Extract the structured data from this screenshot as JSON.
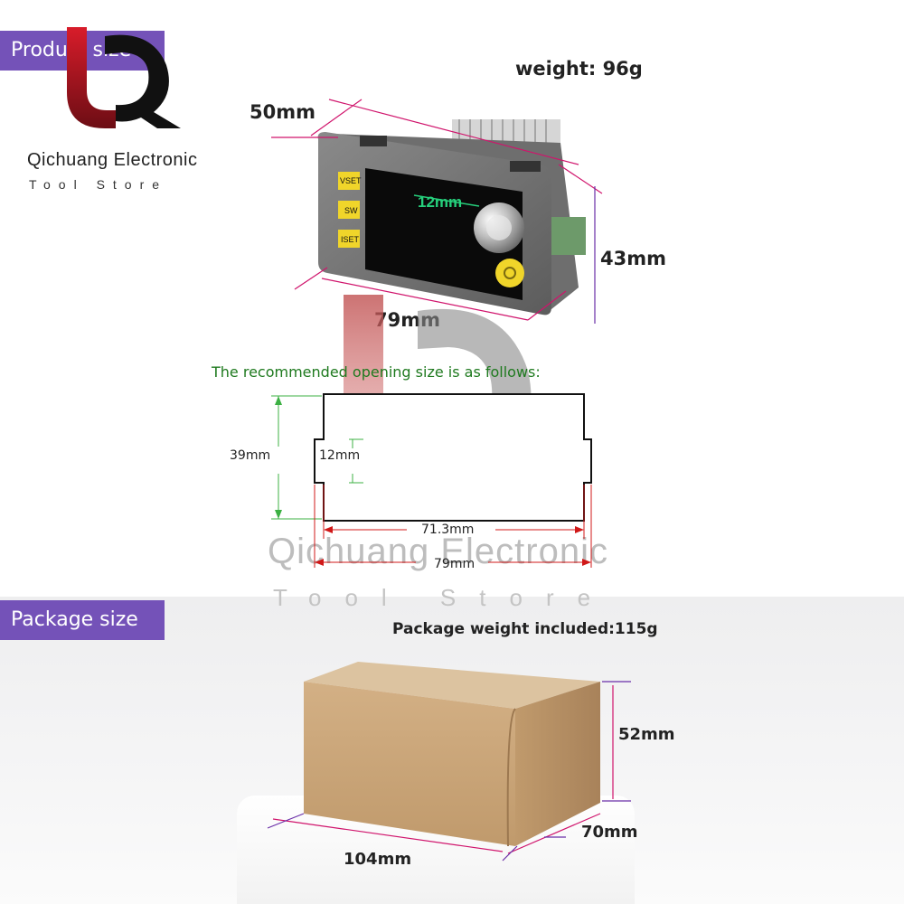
{
  "header": {
    "section_tag": "Product size",
    "weight": "weight: 96g"
  },
  "brand": {
    "name": "Qichuang Electronic",
    "subtitle": "Tool Store"
  },
  "watermark": {
    "name": "Qichuang Electronic",
    "subtitle": "Tool Store"
  },
  "product": {
    "dim_depth": "50mm",
    "dim_height": "43mm",
    "dim_width": "79mm",
    "dim_knob": "12mm",
    "buttons": [
      "VSET",
      "SW",
      "ISET"
    ]
  },
  "opening": {
    "title": "The recommended opening size is as follows:",
    "dim_height": "39mm",
    "dim_tab": "12mm",
    "dim_inner_width": "71.3mm",
    "dim_outer_width": "79mm"
  },
  "package": {
    "section_tag": "Package size",
    "weight": "Package weight included:115g",
    "dim_height": "52mm",
    "dim_depth": "70mm",
    "dim_width": "104mm"
  },
  "colors": {
    "tag_purple": "#7452b8",
    "dim_red": "#d0146c",
    "dim_line_purple": "#6a2ea8",
    "green_title": "#1f7a1f",
    "box_kraft": "#c9a579",
    "button_yellow": "#f0d52a",
    "knob_label_green": "#26d07c"
  }
}
